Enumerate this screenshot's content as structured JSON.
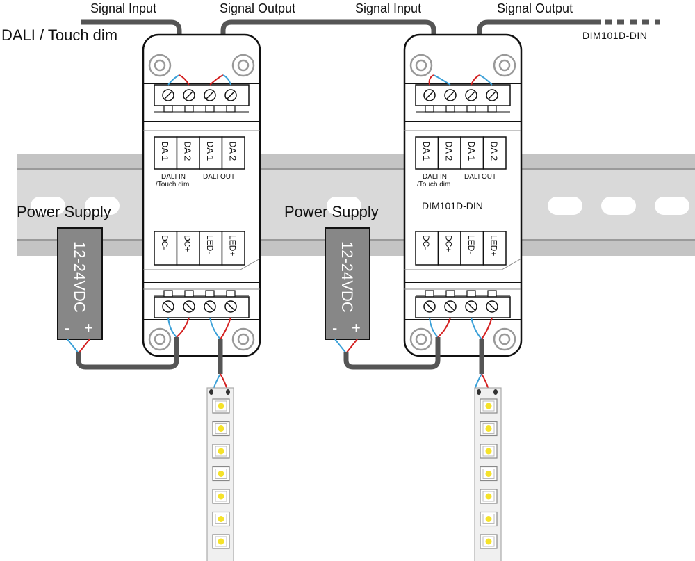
{
  "title": "DALI / Touch dim",
  "colors": {
    "cable": "#555555",
    "wire_blue": "#3aa0d8",
    "wire_red": "#d42020",
    "rail_light": "#d9d9d9",
    "rail_dark": "#c4c4c4",
    "rail_line": "#9a9a9a",
    "psu_body": "#878787",
    "led_yellow": "#f5e22a",
    "strip_bg": "#f0f0f0"
  },
  "signal_labels": {
    "input": "Signal Input",
    "output": "Signal Output"
  },
  "continuation_label": "DIM101D-DIN",
  "devices": [
    {
      "model": "",
      "top_terminals": [
        "DA 1",
        "DA 2",
        "DA 1",
        "DA 2"
      ],
      "group_in_line1": "DALI  IN",
      "group_in_line2": "/Touch  dim",
      "group_out": "DALI  OUT",
      "bottom_terminals": [
        "DC-",
        "DC+",
        "LED-",
        "LED+"
      ]
    },
    {
      "model": "DIM101D-DIN",
      "top_terminals": [
        "DA 1",
        "DA 2",
        "DA 1",
        "DA 2"
      ],
      "group_in_line1": "DALI  IN",
      "group_in_line2": "/Touch  dim",
      "group_out": "DALI  OUT",
      "bottom_terminals": [
        "DC-",
        "DC+",
        "LED-",
        "LED+"
      ]
    }
  ],
  "power_supplies": [
    {
      "label": "Power Supply",
      "voltage": "12-24VDC",
      "minus": "-",
      "plus": "+"
    },
    {
      "label": "Power Supply",
      "voltage": "12-24VDC",
      "minus": "-",
      "plus": "+"
    }
  ],
  "led_strip": {
    "led_count": 7
  }
}
